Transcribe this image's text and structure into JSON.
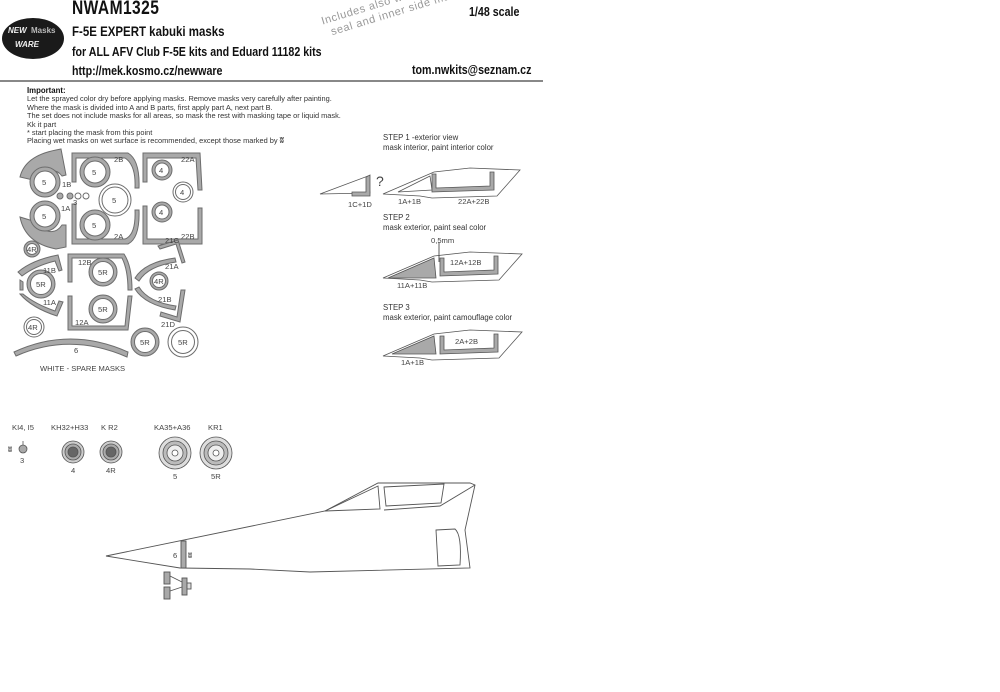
{
  "header": {
    "product_code": "NWAM1325",
    "title": "F-5E EXPERT kabuki masks",
    "compatibility": "for ALL AFV Club F-5E kits and Eduard 11182 kits",
    "url": "http://mek.kosmo.cz/newware",
    "scale": "1/48 scale",
    "email": "tom.nwkits@seznam.cz",
    "logo": {
      "line1a": "NEW",
      "line1b": "Masks",
      "line2": "WARE"
    },
    "stamp": [
      "Includes also windows",
      "seal and inner side masks"
    ]
  },
  "notes": {
    "heading": "Important:",
    "lines": [
      "Let the sprayed color dry before applying masks. Remove masks very carefully after painting.",
      "Where the mask is divided into A and B parts, first apply part A, next part B.",
      "The set does not include masks for all areas, so mask the rest with masking tape or liquid mask.",
      "Kk it part",
      "* start placing the mask from this point",
      "Placing wet masks on wet surface is recommended, except those marked by"
    ],
    "dry_icon": "dry-mark-icon"
  },
  "mask_sheet": {
    "labels": [
      "2B",
      "22A",
      "1B",
      "3",
      "1A",
      "2A",
      "22B",
      "21C",
      "4R",
      "12B",
      "11B",
      "21A",
      "11A",
      "21B",
      "12A",
      "21D",
      "6"
    ],
    "circles": [
      "5",
      "5",
      "5",
      "5",
      "5",
      "4",
      "4",
      "4",
      "4R",
      "5R",
      "5R",
      "5R",
      "4R",
      "4R",
      "5R",
      "5R"
    ],
    "spare_caption": "WHITE - SPARE MASKS"
  },
  "steps": {
    "question_label": "1C+1D",
    "question_mark": "?",
    "step1": {
      "title": "STEP 1 -exterior view",
      "desc": "mask interior, paint interior color",
      "labels": [
        "1A+1B",
        "22A+22B"
      ]
    },
    "step2": {
      "title": "STEP 2",
      "desc": "mask exterior, paint seal color",
      "dimension": "0,5mm",
      "labels": [
        "11A+11B",
        "12A+12B"
      ]
    },
    "step3": {
      "title": "STEP 3",
      "desc": "mask exterior, paint camouflage color",
      "labels": [
        "1A+1B",
        "2A+2B"
      ]
    }
  },
  "wheels": [
    {
      "ref": "KI4, I5",
      "num": "3"
    },
    {
      "ref": "KH32+H33",
      "num": "4"
    },
    {
      "ref": "K R2",
      "num": "4R"
    },
    {
      "ref": "KA35+A36",
      "num": "5"
    },
    {
      "ref": "KR1",
      "num": "5R"
    }
  ],
  "fuselage": {
    "mask_label": "6"
  },
  "colors": {
    "mask_grey": "#a8a8a8",
    "outline": "#555555",
    "text": "#222222"
  }
}
